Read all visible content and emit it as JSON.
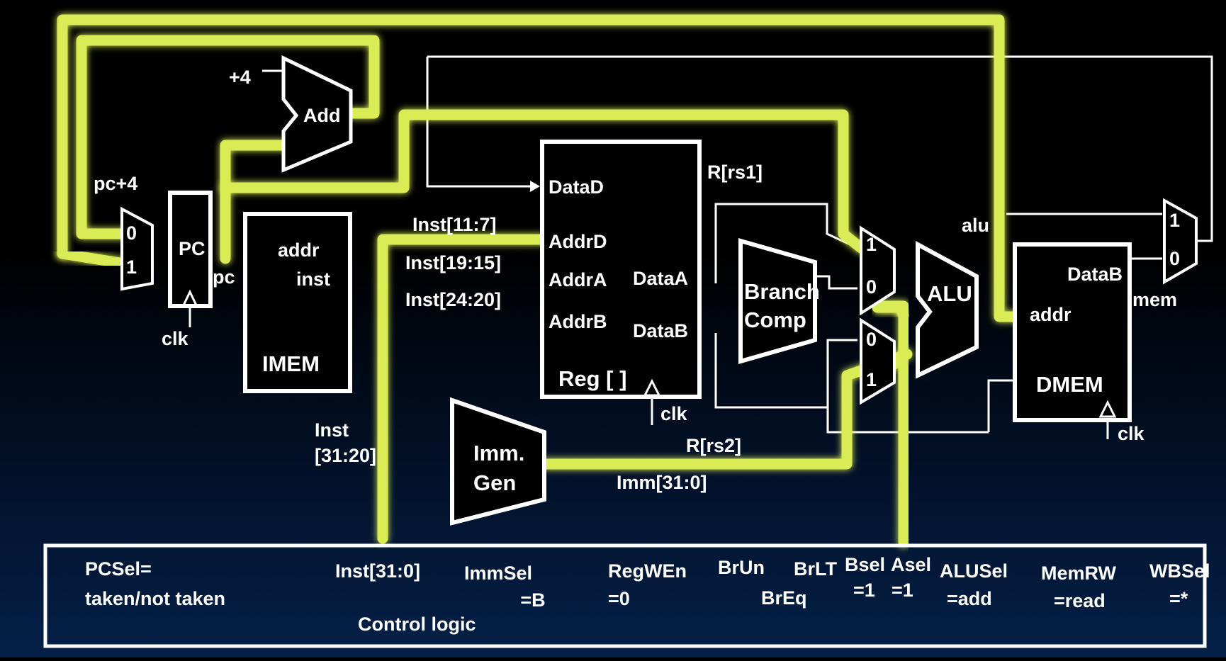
{
  "components": {
    "pc": "PC",
    "adder": "Add",
    "plus4": "+4",
    "pc_plus4": "pc+4",
    "pc_out": "pc",
    "pc_clk": "clk",
    "pcmux_in0": "0",
    "pcmux_in1": "1",
    "imem": {
      "name": "IMEM",
      "addr": "addr",
      "inst": "inst"
    },
    "regfile": {
      "name": "Reg [ ]",
      "datad": "DataD",
      "addrd": "AddrD",
      "addra": "AddrA",
      "addrb": "AddrB",
      "dataa": "DataA",
      "datab": "DataB",
      "clk": "clk"
    },
    "branch_comp": {
      "line1": "Branch",
      "line2": "Comp"
    },
    "alu": "ALU",
    "amux_in1": "1",
    "amux_in0": "0",
    "bmux_in0": "0",
    "bmux_in1": "1",
    "imm_gen": {
      "line1": "Imm.",
      "line2": "Gen"
    },
    "dmem": {
      "name": "DMEM",
      "addr": "addr",
      "datab": "DataB",
      "clk": "clk"
    },
    "wbmux_in1": "1",
    "wbmux_in0": "0"
  },
  "signals": {
    "inst_11_7": "Inst[11:7]",
    "inst_19_15": "Inst[19:15]",
    "inst_24_20": "Inst[24:20]",
    "inst_31_20_a": "Inst",
    "inst_31_20_b": "[31:20]",
    "r_rs1": "R[rs1]",
    "r_rs2": "R[rs2]",
    "imm_31_0": "Imm[31:0]",
    "alu_out": "alu",
    "mem_out": "mem"
  },
  "control": {
    "title": "Control logic",
    "pcsel_a": "PCSel=",
    "pcsel_b": "taken/not taken",
    "inst": "Inst[31:0]",
    "immsel_a": "ImmSel",
    "immsel_b": "=B",
    "regwen_a": "RegWEn",
    "regwen_b": "=0",
    "brun": "BrUn",
    "brlt": "BrLT",
    "breq": "BrEq",
    "bsel_a": "Bsel",
    "bsel_b": "=1",
    "asel_a": "Asel",
    "asel_b": "=1",
    "alusel_a": "ALUSel",
    "alusel_b": "=add",
    "memrw_a": "MemRW",
    "memrw_b": "=read",
    "wbsel_a": "WBSel",
    "wbsel_b": "=*"
  },
  "colors": {
    "highlight": "#d9ec55",
    "wire": "#ffffff",
    "background": "#000000",
    "panel": "#052048"
  }
}
